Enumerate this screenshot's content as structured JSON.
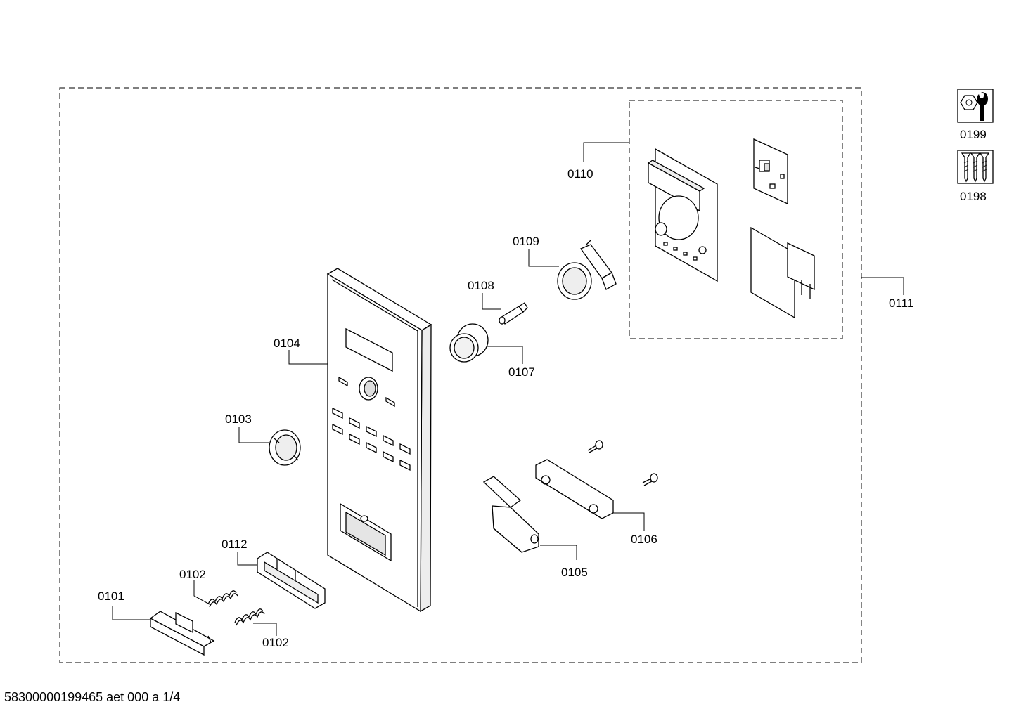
{
  "document": {
    "id_text": "58300000199465 aet 000 a 1/4"
  },
  "parts": {
    "p0101": "0101",
    "p0102a": "0102",
    "p0102b": "0102",
    "p0103": "0103",
    "p0104": "0104",
    "p0105": "0105",
    "p0106": "0106",
    "p0107": "0107",
    "p0108": "0108",
    "p0109": "0109",
    "p0110": "0110",
    "p0111": "0111",
    "p0112": "0112",
    "p0198": "0198",
    "p0199": "0199"
  },
  "icons": {
    "p0199": "wrench-nut-icon",
    "p0198": "screws-icon"
  }
}
